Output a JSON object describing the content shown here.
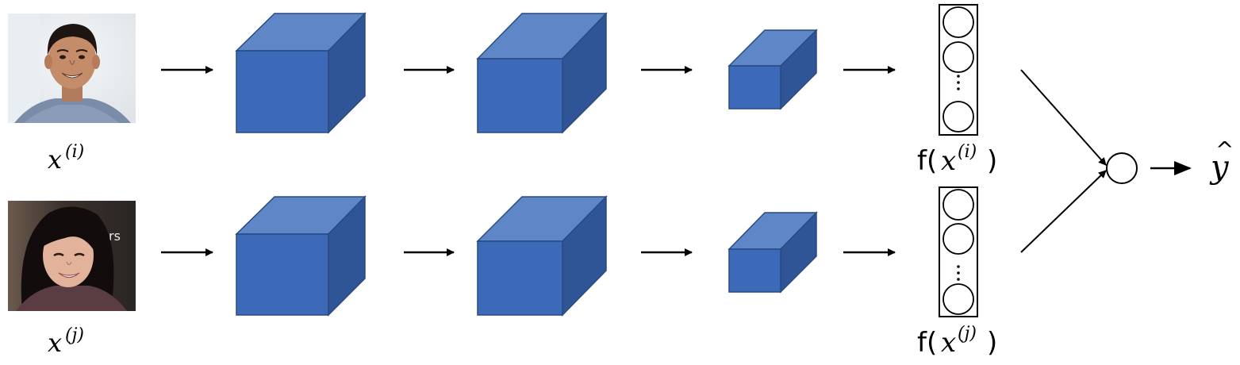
{
  "colors": {
    "cube_front": "#3d6ab8",
    "cube_top": "#5f86c6",
    "cube_side": "#2f5597",
    "cube_edge": "#2a4a82",
    "line": "#000000",
    "background": "#ffffff"
  },
  "rows": [
    {
      "input_label": {
        "base": "x",
        "sup": "(i)"
      },
      "embedding_label": {
        "fn": "f(",
        "base": "x",
        "sup": "(i)",
        "close": ")"
      },
      "photo": "face-photo-man"
    },
    {
      "input_label": {
        "base": "x",
        "sup": "(j)"
      },
      "embedding_label": {
        "fn": "f(",
        "base": "x",
        "sup": "(j)",
        "close": ")"
      },
      "photo": "face-photo-woman"
    }
  ],
  "output_label": {
    "base": "y",
    "accent": "^"
  },
  "icons": [
    "arrow-icon",
    "cube-icon",
    "vector-icon",
    "node-icon"
  ]
}
